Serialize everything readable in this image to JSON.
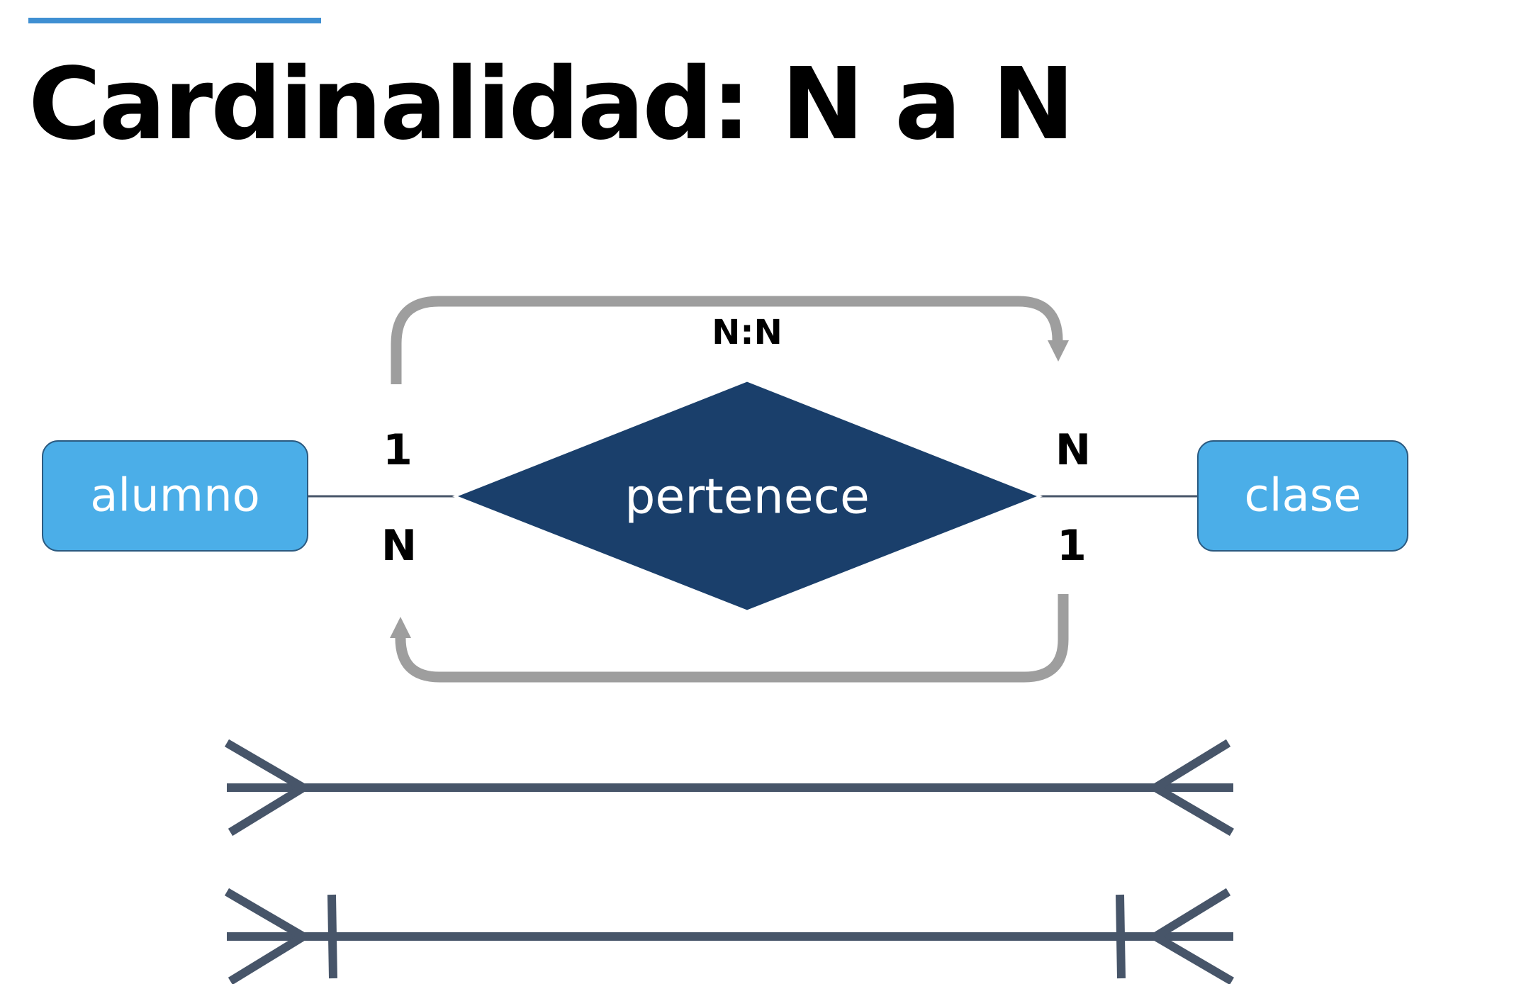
{
  "title": "Cardinalidad: N a N",
  "colors": {
    "accent": "#3f8fd2",
    "entity_fill": "#4baee8",
    "relationship_fill": "#1a3f6b",
    "arrow": "#9e9e9e",
    "notation_line": "#475569"
  },
  "diagram": {
    "entity_left": "alumno",
    "entity_right": "clase",
    "relationship": "pertenece",
    "card_left_top": "1",
    "card_left_bottom": "N",
    "card_right_top": "N",
    "card_right_bottom": "1",
    "combined": "N:N"
  }
}
